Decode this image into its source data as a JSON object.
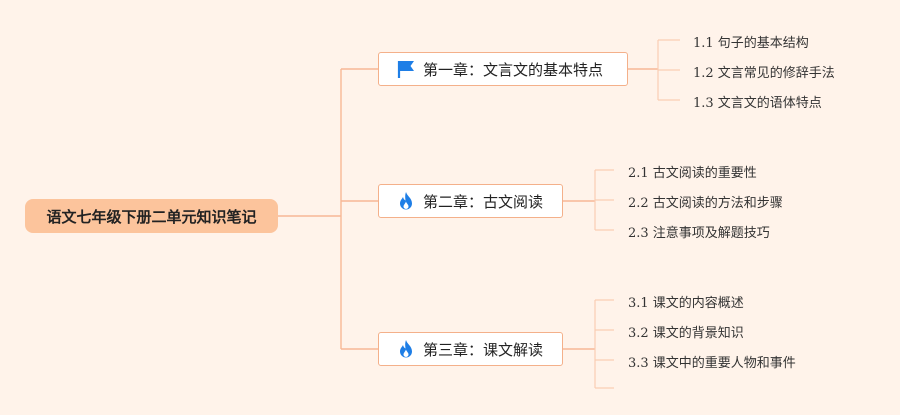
{
  "root": {
    "label": "语文七年级下册二单元知识笔记"
  },
  "chapters": [
    {
      "label": "第一章：文言文的基本特点",
      "icon": "flag-icon",
      "color": "#1e7ee6",
      "items": [
        "1.1 句子的基本结构",
        "1.2 文言常见的修辞手法",
        "1.3 文言文的语体特点"
      ]
    },
    {
      "label": "第二章：古文阅读",
      "icon": "fire-icon",
      "color": "#1e7ee6",
      "items": [
        "2.1 古文阅读的重要性",
        "2.2 古文阅读的方法和步骤",
        "2.3 注意事项及解题技巧"
      ]
    },
    {
      "label": "第三章：课文解读",
      "icon": "fire-icon",
      "color": "#1e7ee6",
      "items": [
        "3.1 课文的内容概述",
        "3.2 课文的背景知识",
        "3.3 课文中的重要人物和事件"
      ]
    }
  ],
  "colors": {
    "background": "#fff3ea",
    "root": "#fcc49c",
    "connector": "#f7b896",
    "connector_light": "#f9cdb3"
  }
}
